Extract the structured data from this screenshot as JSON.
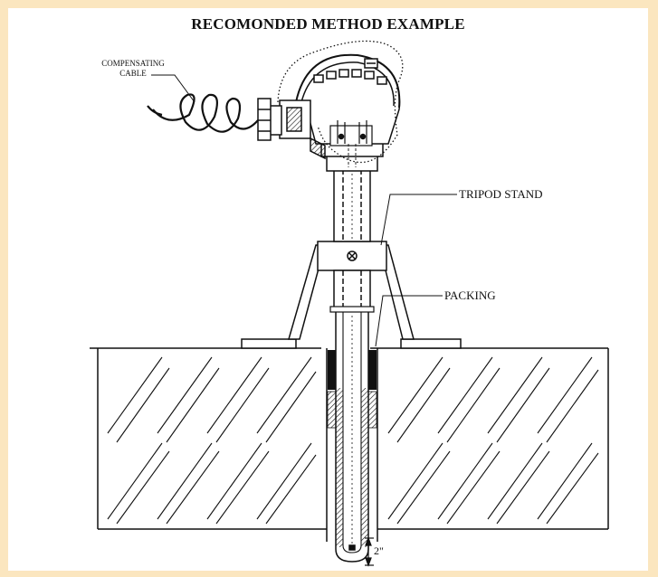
{
  "title": "RECOMONDED METHOD EXAMPLE",
  "labels": {
    "compensating_cable_line1": "COMPENSATING",
    "compensating_cable_line2": "CABLE",
    "tripod_stand": "TRIPOD STAND",
    "packing": "PACKING",
    "dimension": "2\""
  },
  "colors": {
    "background": "#fbe6bf",
    "panel": "#ffffff",
    "ink": "#111111"
  }
}
